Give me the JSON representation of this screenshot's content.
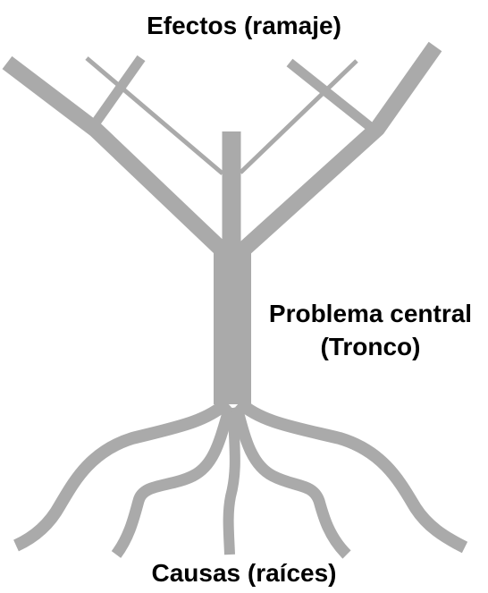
{
  "labels": {
    "effects": "Efectos (ramaje)",
    "trunk_line1": "Problema central",
    "trunk_line2": "(Tronco)",
    "causes": "Causas (raíces)"
  },
  "colors": {
    "tree": "#aaaaaa",
    "text": "#000000",
    "background": "#ffffff"
  }
}
